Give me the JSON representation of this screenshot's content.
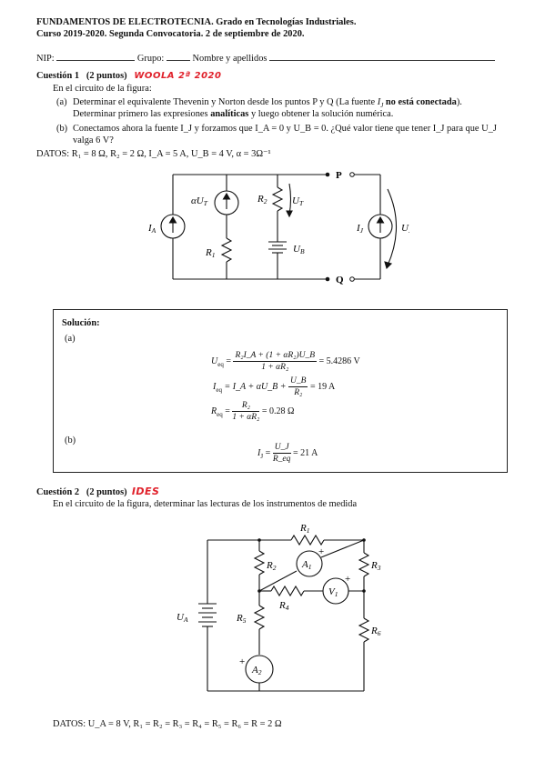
{
  "header": {
    "line1_bold": "FUNDAMENTOS DE ELECTROTECNIA.",
    "line1_rest": " Grado en Tecnologías Industriales.",
    "line2": "Curso 2019-2020. Segunda Convocatoria. 2 de septiembre de 2020."
  },
  "form": {
    "nip": "NIP:",
    "grupo": "Grupo:",
    "nombre": "Nombre y apellidos"
  },
  "q1": {
    "title": "Cuestión 1",
    "points": "(2 puntos)",
    "handnote": "WOOLA 2ª 2020",
    "intro": "En el circuito de la figura:",
    "a_label": "(a)",
    "a_line1_pre": "Determinar el equivalente Thevenin y Norton desde los puntos P y Q (La fuente ",
    "a_line1_var": "I",
    "a_line1_sub": "J",
    "a_line1_bold": " no está conectada",
    "a_line1_post": ").",
    "a_line2_pre": "Determinar primero las expresiones ",
    "a_line2_bold": "analíticas",
    "a_line2_post": " y luego obtener la solución numérica.",
    "b_label": "(b)",
    "b_line1": "Conectamos ahora la fuente I_J y forzamos que I_A = 0 y U_B = 0. ¿Qué valor tiene que tener I_J para que U_J",
    "b_line2": "valga 6 V?",
    "datos": "DATOS: R₁ = 8 Ω, R₂ = 2 Ω, I_A = 5 A, U_B = 4 V, α = 3Ω⁻¹",
    "circuit": {
      "IA": "I",
      "IA_sub": "A",
      "aUT": "αU",
      "aUT_sub": "T",
      "R2": "R",
      "R2_sub": "2",
      "UT": "U",
      "UT_sub": "T",
      "R1": "R",
      "R1_sub": "1",
      "UB": "U",
      "UB_sub": "B",
      "P": "P",
      "Q": "Q",
      "IJ": "I",
      "IJ_sub": "J",
      "UJ": "U",
      "UJ_sub": "J"
    }
  },
  "solution": {
    "title": "Solución:",
    "a_label": "(a)",
    "ueq_lhs": "U",
    "ueq_sub": "eq",
    "ueq_num": "R₂I_A + (1 + αR₂)U_B",
    "ueq_den": "1 + αR₂",
    "ueq_val": "= 5.4286 V",
    "ieq_lhs": "I",
    "ieq_sub": "eq",
    "ieq_mid": "= I_A + αU_B +",
    "ieq_num": "U_B",
    "ieq_den": "R₂",
    "ieq_val": "= 19 A",
    "req_lhs": "R",
    "req_sub": "eq",
    "req_num": "R₂",
    "req_den": "1 + αR₂",
    "req_val": "= 0.28 Ω",
    "b_label": "(b)",
    "ij_lhs": "I",
    "ij_sub": "J",
    "ij_num": "U_J",
    "ij_den": "R_eq",
    "ij_val": "= 21 A"
  },
  "q2": {
    "title": "Cuestión 2",
    "points": "(2 puntos)",
    "handnote": "IDES",
    "intro": "En el circuito de la figura, determinar las lecturas de los instrumentos de medida",
    "datos": "DATOS: U_A = 8 V, R₁ = R₂ = R₃ = R₄ = R₅ = R₆ = R = 2 Ω",
    "circuit": {
      "R1": "R",
      "R1_sub": "1",
      "R2": "R",
      "R2_sub": "2",
      "R3": "R",
      "R3_sub": "3",
      "R4": "R",
      "R4_sub": "4",
      "R5": "R",
      "R5_sub": "5",
      "R6": "R",
      "R6_sub": "6",
      "A1": "A",
      "A1_sub": "1",
      "V1": "V",
      "V1_sub": "1",
      "A2": "A",
      "A2_sub": "2",
      "UA": "U",
      "UA_sub": "A",
      "plus": "+"
    }
  }
}
